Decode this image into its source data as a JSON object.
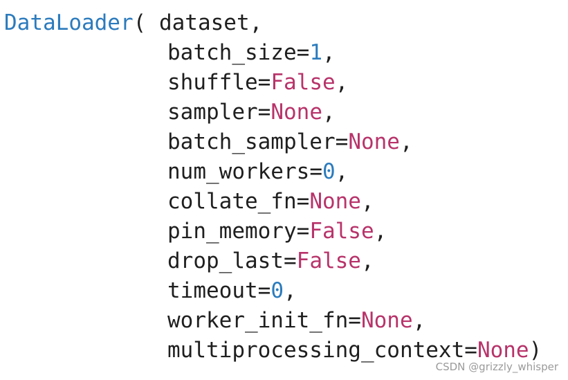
{
  "code": {
    "function_name": "DataLoader",
    "open_paren": "( ",
    "first_param": "dataset",
    "params": [
      {
        "name": "batch_size",
        "value": "1",
        "kind": "number",
        "sep": ","
      },
      {
        "name": "shuffle",
        "value": "False",
        "kind": "keyword",
        "sep": ","
      },
      {
        "name": "sampler",
        "value": "None",
        "kind": "keyword",
        "sep": ","
      },
      {
        "name": "batch_sampler",
        "value": "None",
        "kind": "keyword",
        "sep": ","
      },
      {
        "name": "num_workers",
        "value": "0",
        "kind": "number",
        "sep": ","
      },
      {
        "name": "collate_fn",
        "value": "None",
        "kind": "keyword",
        "sep": ","
      },
      {
        "name": "pin_memory",
        "value": "False",
        "kind": "keyword",
        "sep": ","
      },
      {
        "name": "drop_last",
        "value": "False",
        "kind": "keyword",
        "sep": ","
      },
      {
        "name": "timeout",
        "value": "0",
        "kind": "number",
        "sep": ","
      },
      {
        "name": "worker_init_fn",
        "value": "None",
        "kind": "keyword",
        "sep": ","
      },
      {
        "name": "multiprocessing_context",
        "value": "None",
        "kind": "keyword",
        "sep": ")"
      }
    ],
    "colors": {
      "function": "#2b7bbd",
      "keyword_value": "#b8336a",
      "number_value": "#2b7bbd",
      "text": "#1f1f1f"
    }
  },
  "watermark": "CSDN @grizzly_whisper"
}
